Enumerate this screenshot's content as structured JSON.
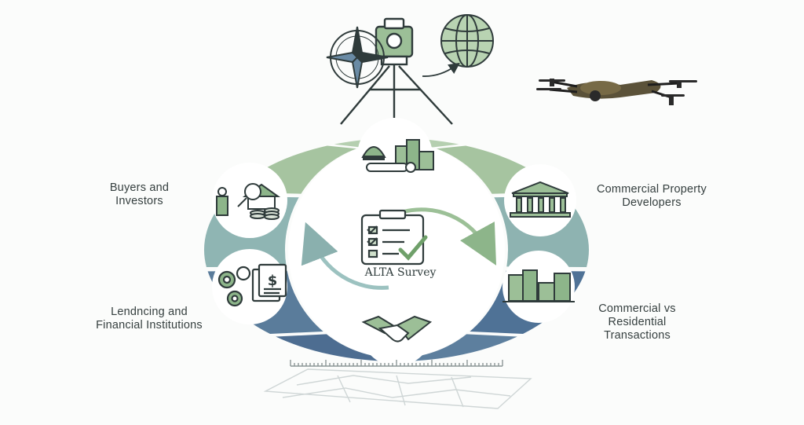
{
  "center": {
    "title": "ALTA Survey"
  },
  "labels": {
    "buyers": [
      "Buyers and",
      "Investors"
    ],
    "commercial": [
      "Commercial Property",
      "Developers"
    ],
    "lending": [
      "Lendncing and",
      "Financial Institutions"
    ],
    "transactions": [
      "Commercial vs",
      "Residential",
      "Transactions"
    ]
  },
  "ring": {
    "segments": [
      {
        "id": "top-left",
        "color": "#a6c4a0"
      },
      {
        "id": "top",
        "color": "#b5cfb0"
      },
      {
        "id": "top-right",
        "color": "#a6c4a0"
      },
      {
        "id": "upper-right",
        "color": "#8eb3b1"
      },
      {
        "id": "lower-right",
        "color": "#4f7296"
      },
      {
        "id": "bottom-right",
        "color": "#5d7f9e"
      },
      {
        "id": "bottom",
        "color": "#4d6d91"
      },
      {
        "id": "lower-left",
        "color": "#5a7c9b"
      },
      {
        "id": "upper-left",
        "color": "#8fb5b3"
      }
    ]
  },
  "icons": {
    "top": "survey-tripod-icon",
    "compass": "compass-rose-icon",
    "globe": "globe-icon",
    "drone": "drone-icon",
    "ring": [
      "engineer-buildings-icon",
      "bank-icon",
      "city-buildings-icon",
      "handshake-icon",
      "finance-gears-icon",
      "investor-house-icon"
    ],
    "center": "checklist-clipboard-icon",
    "footer": [
      "scale-ruler-icon",
      "site-plan-map-icon"
    ]
  },
  "colors": {
    "green": "#a6c4a0",
    "teal": "#8eb3b1",
    "blue": "#4f7296",
    "icon_green": "#8db58a",
    "outline": "#2f3b3b"
  }
}
